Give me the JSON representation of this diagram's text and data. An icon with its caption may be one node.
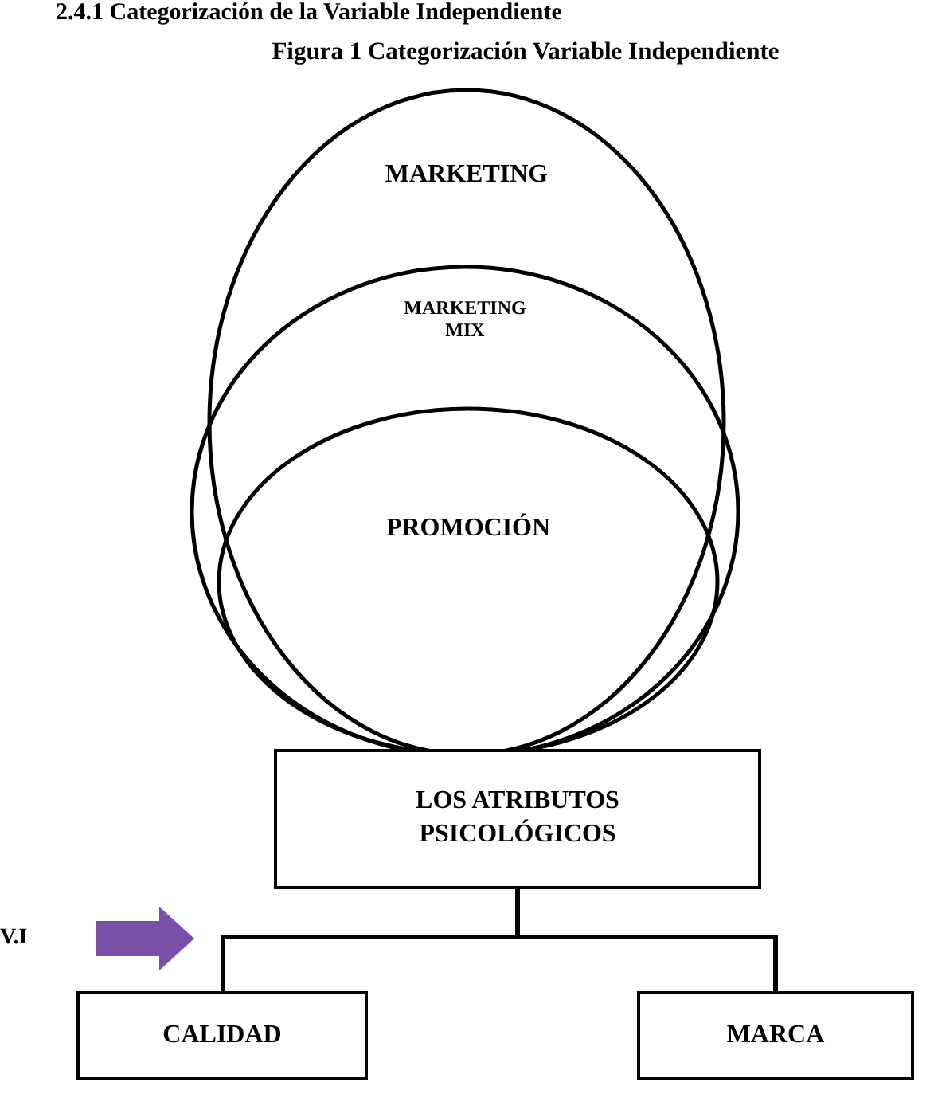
{
  "diagram": {
    "title": "Figura 1 Categorización Variable Independiente",
    "nodes": [
      {
        "text": [
          "MARKETING"
        ]
      },
      {
        "text": [
          "MARKETING MIX"
        ]
      },
      {
        "text": [
          "PROMOCIÓN"
        ],
        "in": 1
      },
      {
        "text": [
          "LOS ATRIBUTOS PSICOLÓGICOS"
        ]
      },
      {
        "text": [
          "CALIDAD"
        ]
      },
      {
        "text": [
          "MARCA"
        ]
      }
    ],
    "edges": [
      {
        "from": 3,
        "to": 4,
        "arrow": "none"
      },
      {
        "from": 3,
        "to": 5,
        "arrow": "none"
      }
    ],
    "labels": [
      "2.4.1 Categorización de la Variable Independiente",
      "V.I"
    ]
  }
}
